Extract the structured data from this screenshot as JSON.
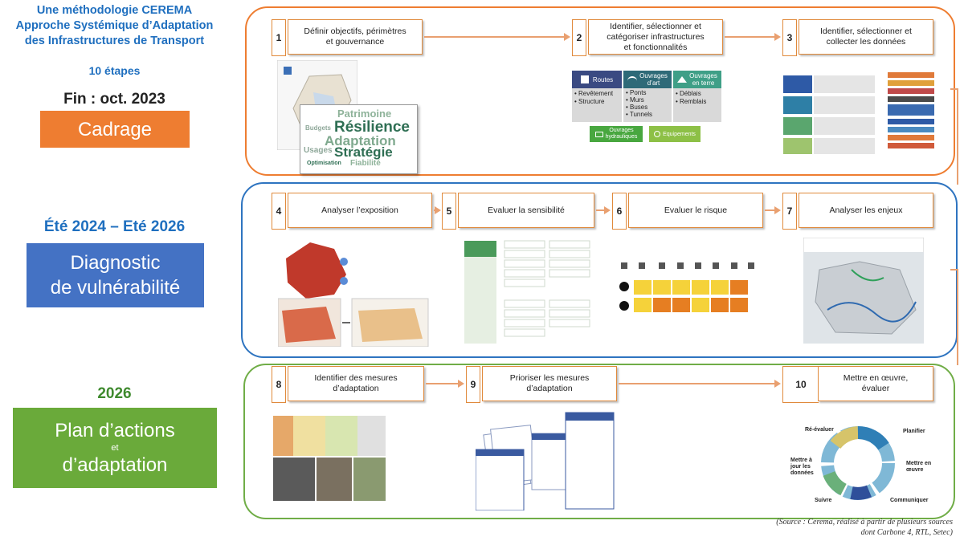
{
  "header": {
    "title_line1": "Une méthodologie CEREMA",
    "title_line2": "Approche Systémique d’Adaptation",
    "title_line3": "des Infrastructures de Transport",
    "steps_count": "10 étapes",
    "end_date": "Fin : oct. 2023"
  },
  "phases": [
    {
      "date": "",
      "label_line1": "Cadrage",
      "label_mid": "",
      "label_line2": "",
      "color": "#ee7d31"
    },
    {
      "date": "Été 2024 – Eté 2026",
      "label_line1": "Diagnostic",
      "label_mid": "",
      "label_line2": "de vulnérabilité",
      "color": "#4472c4"
    },
    {
      "date": "2026",
      "label_line1": "Plan d’actions",
      "label_mid": "et",
      "label_line2": "d’adaptation",
      "color": "#6aaa3a"
    }
  ],
  "colors": {
    "orange": "#ee7d31",
    "blue": "#2e74c0",
    "green": "#70ad47",
    "date_blue": "#1f6fbf",
    "date_green": "#3f8a2e"
  },
  "steps": [
    {
      "num": "1",
      "line1": "Définir objectifs, périmètres",
      "line2": "et gouvernance",
      "line3": ""
    },
    {
      "num": "2",
      "line1": "Identifier, sélectionner et",
      "line2": "catégoriser infrastructures",
      "line3": "et fonctionnalités"
    },
    {
      "num": "3",
      "line1": "Identifier, sélectionner et",
      "line2": "collecter les données",
      "line3": ""
    },
    {
      "num": "4",
      "line1": "Analyser l’exposition",
      "line2": "",
      "line3": ""
    },
    {
      "num": "5",
      "line1": "Evaluer la sensibilité",
      "line2": "",
      "line3": ""
    },
    {
      "num": "6",
      "line1": "Evaluer le risque",
      "line2": "",
      "line3": ""
    },
    {
      "num": "7",
      "line1": "Analyser les enjeux",
      "line2": "",
      "line3": ""
    },
    {
      "num": "8",
      "line1": "Identifier des mesures",
      "line2": "d’adaptation",
      "line3": ""
    },
    {
      "num": "9",
      "line1": "Prioriser les mesures",
      "line2": "d’adaptation",
      "line3": ""
    },
    {
      "num": "10",
      "line1": "Mettre en œuvre,",
      "line2": "évaluer",
      "line3": ""
    }
  ],
  "wordcloud": {
    "words": [
      "Patrimoine",
      "Résilience",
      "Budgets",
      "Adaptation",
      "Usages",
      "Stratégie",
      "Optimisation",
      "Fiabilité"
    ]
  },
  "infra_cards": {
    "routes": {
      "title": "Routes",
      "items": [
        "• Revêtement",
        "• Structure"
      ]
    },
    "ouvrages_art": {
      "title_line1": "Ouvrages",
      "title_line2": "d’art",
      "items": [
        "• Ponts",
        "• Murs",
        "• Buses",
        "• Tunnels"
      ]
    },
    "ouvrages_terre": {
      "title_line1": "Ouvrages",
      "title_line2": "en terre",
      "items": [
        "• Déblais",
        "• Remblais"
      ]
    },
    "hydrauliques": {
      "title_line1": "Ouvrages",
      "title_line2": "hydrauliques"
    },
    "equipements": {
      "title": "Equipements"
    }
  },
  "cycle": {
    "labels": [
      "Ré-évaluer",
      "Planifier",
      "Mettre en œuvre",
      "Communiquer",
      "Suivre",
      "Mettre à jour les données"
    ]
  },
  "source": {
    "line1": "(Source : Cerema, réalisé à partir de plusieurs sources",
    "line2": "dont Carbone 4, RTL, Setec)"
  }
}
